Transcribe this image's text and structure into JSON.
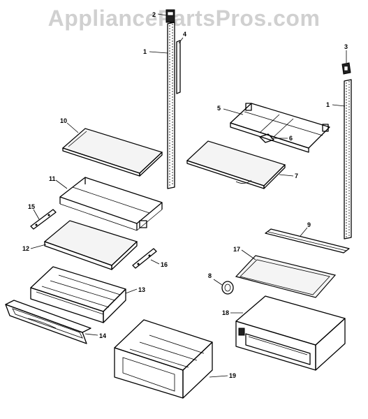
{
  "watermark": "AppliancePartsPros.com",
  "callouts": {
    "n1a": "1",
    "n1b": "1",
    "n2": "2",
    "n3": "3",
    "n4": "4",
    "n5": "5",
    "n6": "6",
    "n7": "7",
    "n8": "8",
    "n9": "9",
    "n10": "10",
    "n11": "11",
    "n12": "12",
    "n13": "13",
    "n14": "14",
    "n15": "15",
    "n16": "16",
    "n17": "17",
    "n18": "18",
    "n19": "19"
  },
  "icons": [
    "rail-part",
    "glass-shelf-part",
    "shelf-frame-part",
    "crisper-drawer-part",
    "drawer-cover-part",
    "deli-drawer-part",
    "knob-part"
  ]
}
